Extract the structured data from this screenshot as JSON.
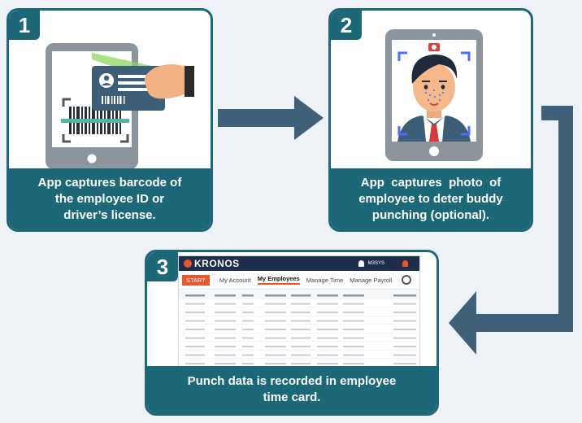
{
  "steps": [
    {
      "number": "1",
      "caption_lines": [
        "App captures barcode of",
        "the employee ID or",
        "driver’s license."
      ]
    },
    {
      "number": "2",
      "caption_lines": [
        "App  captures  photo  of",
        "employee to deter buddy",
        "punching (optional)."
      ]
    },
    {
      "number": "3",
      "caption_lines": [
        "Punch data is recorded in employee",
        "time card."
      ]
    }
  ],
  "timecard_app": {
    "logo": "KRONOS",
    "user": "M3SYS",
    "start_button": "START",
    "nav": [
      "My Account",
      "My Employees",
      "Manage Time",
      "Manage Payroll"
    ],
    "active_nav": "My Employees"
  },
  "colors": {
    "teal": "#1d6878",
    "slate": "#3e6079",
    "kronos_navy": "#1e2d4a",
    "start_orange": "#e8562a"
  },
  "icons": [
    "card-reader-icon",
    "face-scan-icon",
    "user-icon",
    "bell-icon",
    "search-icon",
    "arrow-right-icon",
    "arrow-elbow-icon"
  ]
}
